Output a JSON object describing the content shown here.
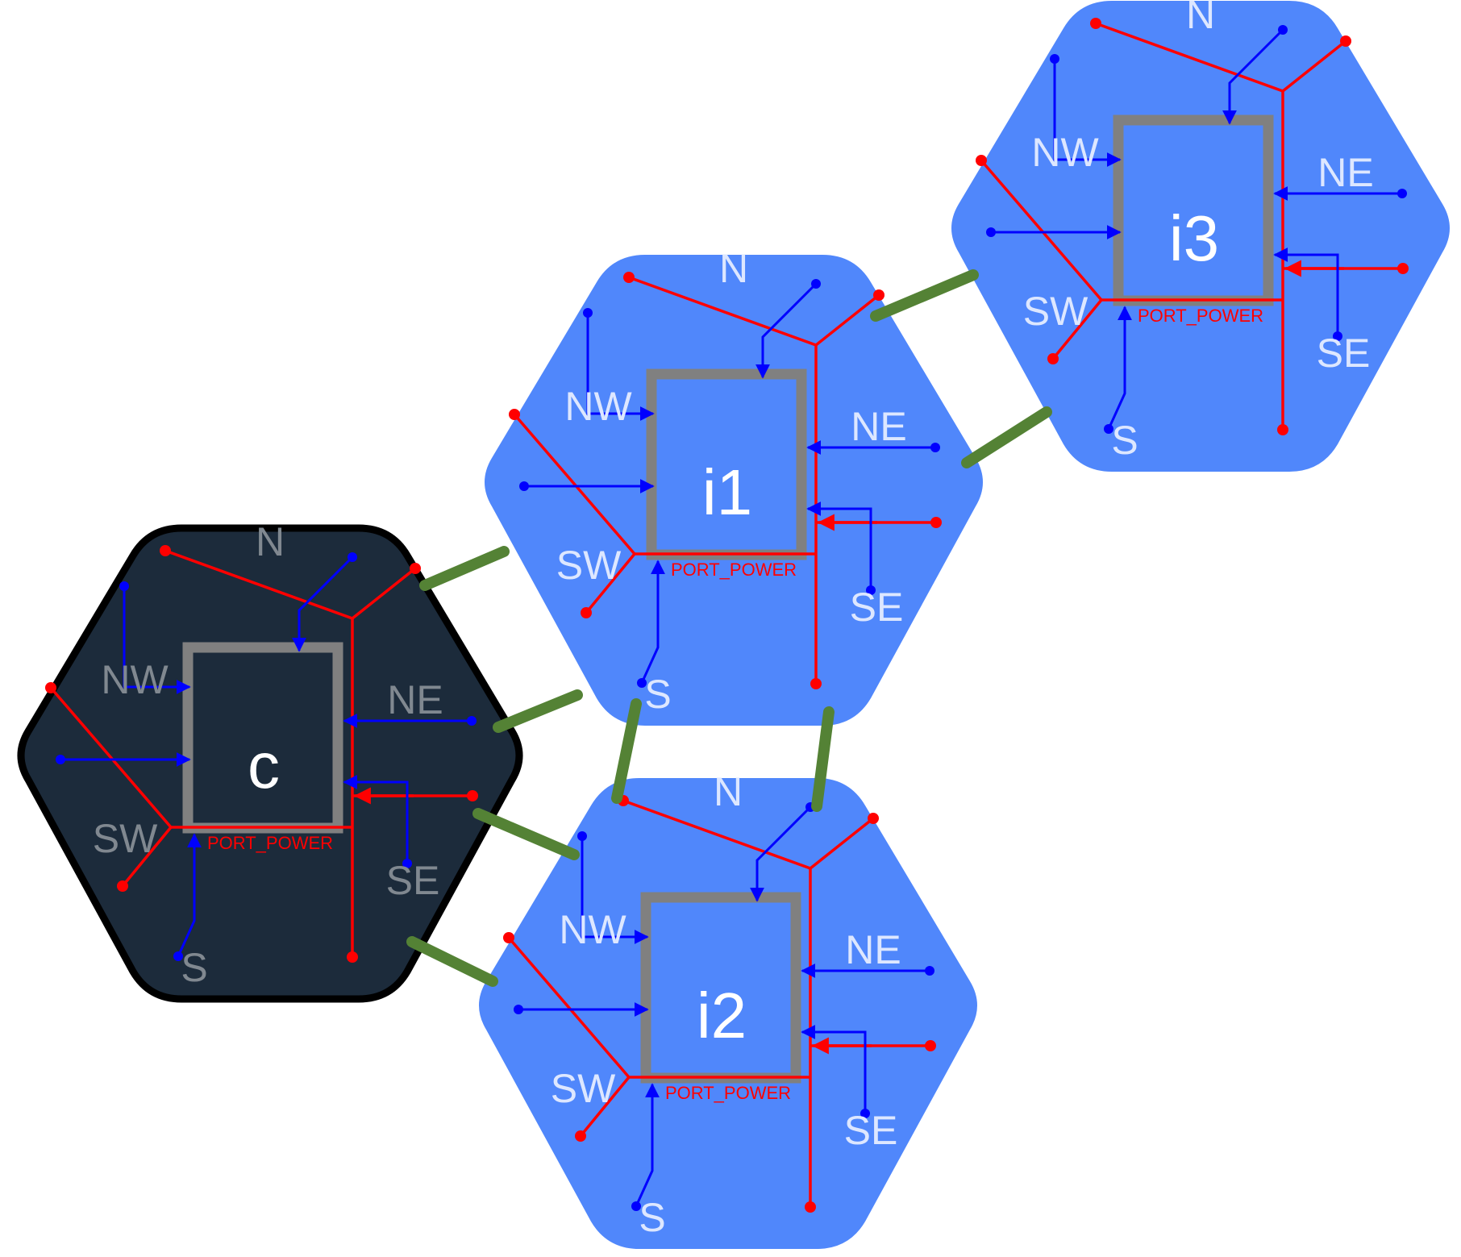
{
  "colors": {
    "tile_fill": "#5087fb",
    "center_fill": "#1c2b3b",
    "center_border": "#000000",
    "box_border": "#808080",
    "power_wire": "#ff0000",
    "signal_wire": "#0000ff",
    "link": "#548235",
    "tile_label": "#dde7ff",
    "center_label": "#808890",
    "power_label": "#ff0000"
  },
  "port_power_label": "PORT_POWER",
  "tiles": [
    {
      "id": "c",
      "name": "c",
      "variant": "center",
      "ports": {
        "n": "N",
        "nw": "NW",
        "ne": "NE",
        "sw": "SW",
        "se": "SE",
        "s": "S"
      }
    },
    {
      "id": "i1",
      "name": "i1",
      "variant": "node",
      "ports": {
        "n": "N",
        "nw": "NW",
        "ne": "NE",
        "sw": "SW",
        "se": "SE",
        "s": "S"
      }
    },
    {
      "id": "i2",
      "name": "i2",
      "variant": "node",
      "ports": {
        "n": "N",
        "nw": "NW",
        "ne": "NE",
        "sw": "SW",
        "se": "SE",
        "s": "S"
      }
    },
    {
      "id": "i3",
      "name": "i3",
      "variant": "node",
      "ports": {
        "n": "N",
        "nw": "NW",
        "ne": "NE",
        "sw": "SW",
        "se": "SE",
        "s": "S"
      }
    }
  ],
  "links": [
    {
      "from": "c",
      "from_port": "NE",
      "to": "i1",
      "to_port": "SW"
    },
    {
      "from": "c",
      "from_port": "NE",
      "to": "i1",
      "to_port": "SW"
    },
    {
      "from": "c",
      "from_port": "SE",
      "to": "i2",
      "to_port": "NW"
    },
    {
      "from": "c",
      "from_port": "SE",
      "to": "i2",
      "to_port": "NW"
    },
    {
      "from": "i1",
      "from_port": "S",
      "to": "i2",
      "to_port": "N"
    },
    {
      "from": "i1",
      "from_port": "S",
      "to": "i2",
      "to_port": "N"
    },
    {
      "from": "i1",
      "from_port": "NE",
      "to": "i3",
      "to_port": "SW"
    },
    {
      "from": "i1",
      "from_port": "NE",
      "to": "i3",
      "to_port": "SW"
    }
  ]
}
